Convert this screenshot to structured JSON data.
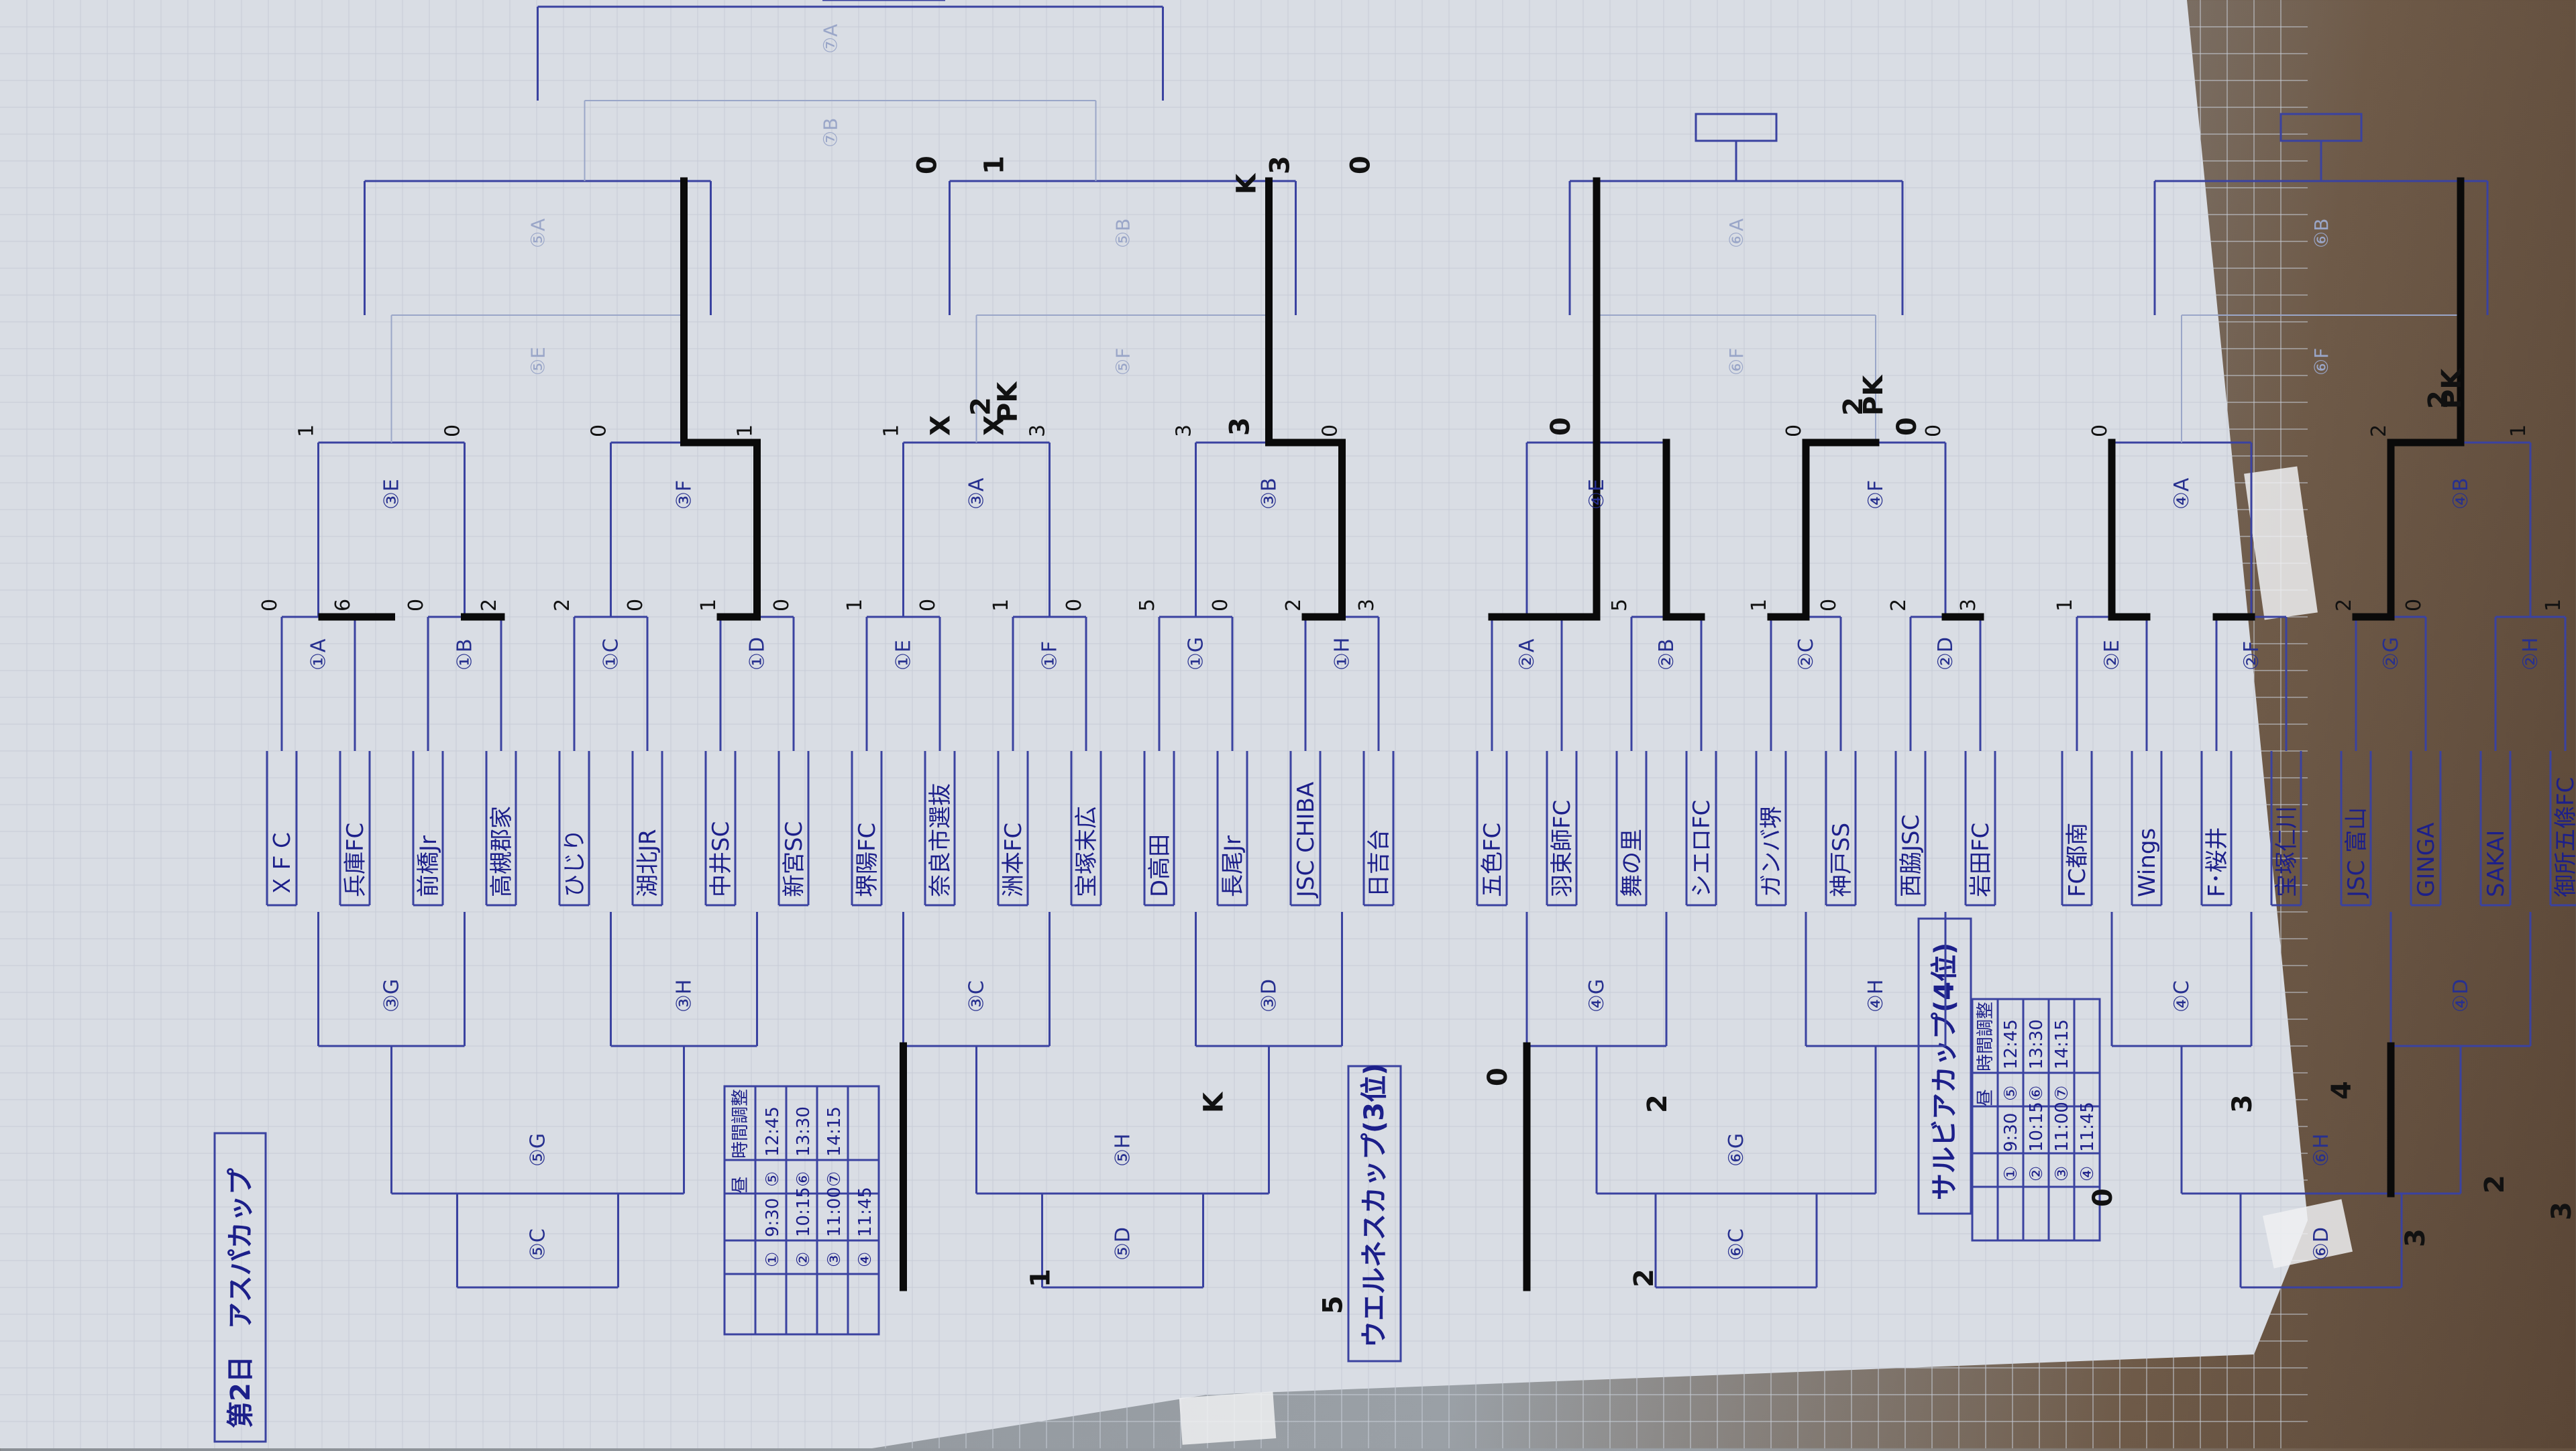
{
  "title": "第2日　アスパカップ",
  "teams": [
    "ＸＦＣ",
    "兵庫FC",
    "前橋Jr",
    "高槻郡家",
    "ひじり",
    "湖北JR",
    "中井SC",
    "新宮SC",
    "堺陽FC",
    "奈良市選抜",
    "洲本FC",
    "宝塚末広",
    "D高田",
    "長尾Jr",
    "JSC CHIBA",
    "日吉台",
    "五色FC",
    "羽束師FC",
    "舞の里",
    "シエロFC",
    "ガンバ堺",
    "神戸SS",
    "西脇JSC",
    "岩田FC",
    "FC都南",
    "Wings",
    "F･桜井",
    "宝塚仁川",
    "JSC 富山",
    "GINGA",
    "SAKAI",
    "御所五條FC"
  ],
  "round1": [
    "①A",
    "①B",
    "①C",
    "①D",
    "①E",
    "①F",
    "①G",
    "①H",
    "②A",
    "②B",
    "②C",
    "②D",
    "②E",
    "②F",
    "②G",
    "②H"
  ],
  "round2": [
    "③E",
    "③F",
    "③A",
    "③B",
    "④E",
    "④F",
    "④A",
    "④B"
  ],
  "round3": [
    "⑤E",
    "⑤F",
    "⑥F",
    "⑥F"
  ],
  "round4": [
    "⑤A",
    "⑤B",
    "⑥A",
    "⑥B"
  ],
  "round5": [
    "⑦B",
    "⑦A"
  ],
  "lower": [
    "③G",
    "③H",
    "⑤G",
    "⑤C",
    "③C",
    "③D",
    "⑤H",
    "⑤D",
    "④G",
    "④H",
    "⑥G",
    "⑥C",
    "④C",
    "④D",
    "⑥H",
    "⑥D"
  ],
  "cups": {
    "welness": "ウエルネスカップ(3位)",
    "salvia": "サルビアカップ(4位)"
  },
  "schedule_left": {
    "header": [
      "",
      "昼",
      "時間調整"
    ],
    "rows": [
      [
        "①",
        "9:30",
        "⑤",
        "12:45"
      ],
      [
        "②",
        "10:15",
        "⑥",
        "13:30"
      ],
      [
        "③",
        "11:00",
        "⑦",
        "14:15"
      ],
      [
        "④",
        "11:45",
        "",
        ""
      ]
    ]
  },
  "schedule_right": {
    "header": [
      "",
      "昼",
      "時間調整"
    ],
    "rows": [
      [
        "①",
        "9:30",
        "⑤",
        "12:45"
      ],
      [
        "②",
        "10:15",
        "⑥",
        "13:30"
      ],
      [
        "③",
        "11:00",
        "⑦",
        "14:15"
      ],
      [
        "④",
        "11:45",
        "",
        ""
      ]
    ]
  },
  "scores": {
    "r1": [
      "0",
      "6",
      "0",
      "2",
      "2",
      "0",
      "1",
      "0",
      "1",
      "0",
      "1",
      "0",
      "5",
      "0",
      "2",
      "3",
      "",
      "",
      "5",
      "",
      "1",
      "0",
      "2",
      "3",
      "1",
      "",
      "",
      "",
      "2",
      "0",
      "",
      "1"
    ],
    "r2": [
      "1",
      "0",
      "0",
      "1",
      "1",
      "3",
      "3",
      "0",
      "",
      "",
      "0",
      "0",
      "0",
      "",
      "2",
      "1"
    ],
    "misc": [
      "0",
      "1",
      "K",
      "3",
      "0",
      "X",
      "3",
      "2",
      "PK",
      "X",
      "0",
      "2",
      "PK",
      "0",
      "2",
      "PK",
      "K",
      "4",
      "3",
      "2",
      "0",
      "5",
      "2",
      "0",
      "3",
      "1",
      "2",
      "3"
    ]
  }
}
